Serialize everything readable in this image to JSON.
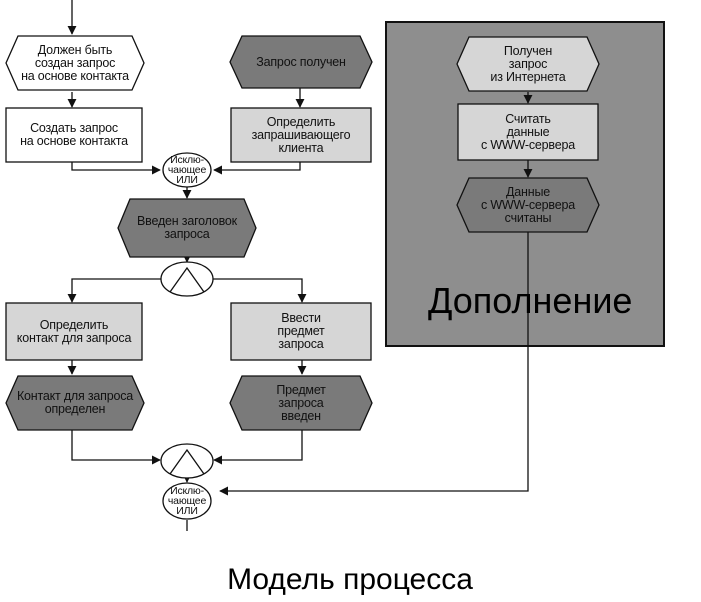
{
  "colors": {
    "dark_event": "#7a7a7a",
    "light_function": "#d6d6d6",
    "addition_panel": "#8e8e8e",
    "line": "#111111",
    "white": "#ffffff"
  },
  "nodes": {
    "must_create_request": "Должен быть\nсоздан запрос\nна основе контакта",
    "create_request": "Создать запрос\nна основе контакта",
    "request_received": "Запрос получен",
    "identify_client": "Определить\nзапрашивающего\nклиента",
    "xor_top": "Исклю-\nчающее\nИЛИ",
    "header_entered": "Введен заголовок\nзапроса",
    "identify_contact": "Определить\nконтакт для запроса",
    "enter_subject": "Ввести\nпредмет\nзапроса",
    "contact_defined": "Контакт для запроса\nопределен",
    "subject_entered": "Предмет\nзапроса\nвведен",
    "xor_bottom": "Исклю-\nчающее\nИЛИ",
    "internet_request": "Получен\nзапрос\nиз Интернета",
    "read_server": "Считать\nданные\nс WWW-сервера",
    "server_data_read": "Данные\nс WWW-сервера\nсчитаны"
  },
  "panel_title": "Дополнение",
  "caption": "Модель процесса"
}
